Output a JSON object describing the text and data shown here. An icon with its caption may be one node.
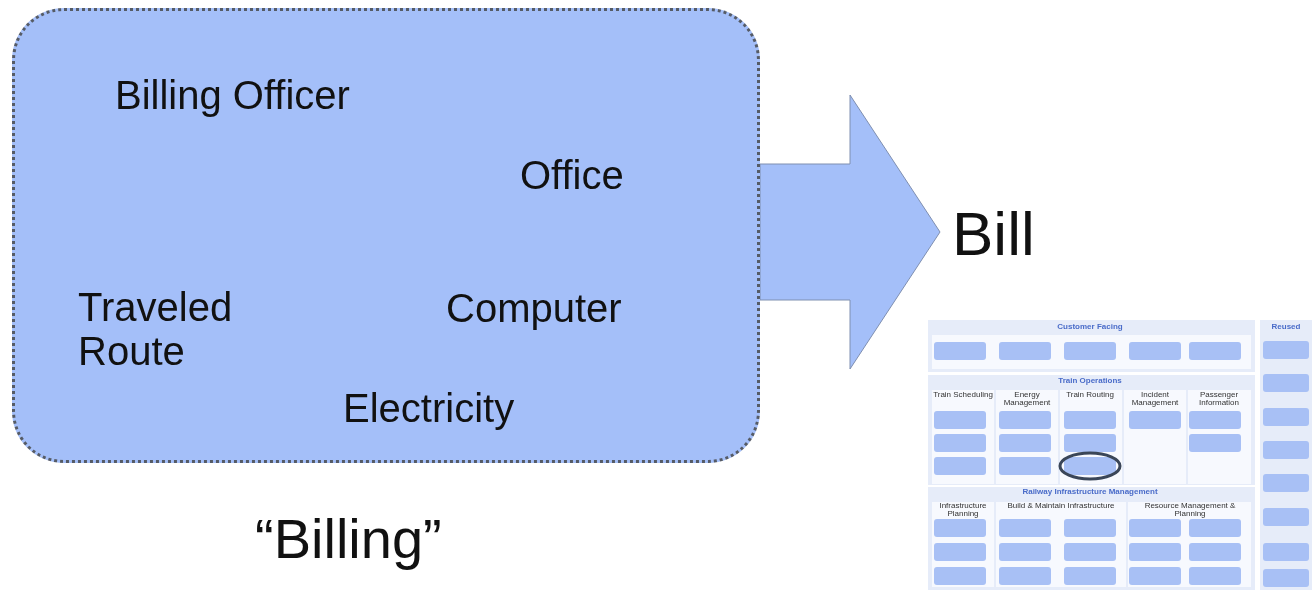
{
  "diagram": {
    "nodes": [
      {
        "text": [
          "Billing Officer",
          "Office",
          "Traveled Route",
          "Computer",
          "Electricity"
        ],
        "beside": [
          "“Billing”"
        ]
      },
      {
        "text": [
          "Bill"
        ]
      },
      {
        "text": [],
        "shape": "picture"
      }
    ],
    "edges": [
      {
        "from": 0,
        "to": 1,
        "arrow": "to",
        "style": "thick"
      }
    ],
    "labels": [
      "Customer Facing",
      "Reused",
      "Train Operations",
      "Train Scheduling",
      "Energy Management",
      "Train Routing",
      "Incident Management",
      "Passenger Information",
      "Railway Infrastructure Management",
      "Infrastructure Planning",
      "Build & Maintain Infrastructure",
      "Resource Management & Planning"
    ]
  }
}
